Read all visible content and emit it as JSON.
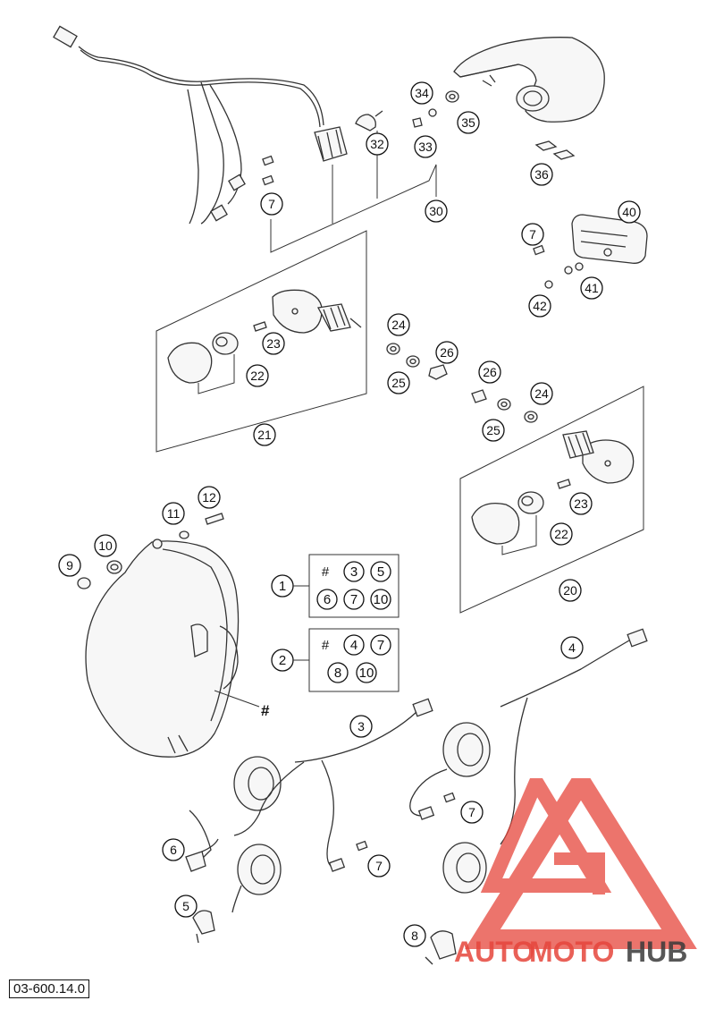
{
  "diagram_code": "03-600.14.0",
  "watermark_text": {
    "part1": "AUTO",
    "part2": "MOTO",
    "part3": "HUB"
  },
  "colors": {
    "watermark_red": "#e6463c",
    "watermark_gray": "#3a3a3a",
    "line": "#333333"
  },
  "callouts": [
    "34",
    "35",
    "33",
    "32",
    "30",
    "36",
    "7",
    "40",
    "7",
    "41",
    "42",
    "23",
    "22",
    "21",
    "24",
    "25",
    "26",
    "26",
    "24",
    "25",
    "23",
    "22",
    "20",
    "12",
    "11",
    "10",
    "9",
    "4",
    "3",
    "7",
    "6",
    "7",
    "5",
    "8"
  ],
  "kit1": {
    "number": "1",
    "row1": [
      "#",
      "3",
      "5"
    ],
    "row2": [
      "6",
      "7",
      "10"
    ]
  },
  "kit2": {
    "number": "2",
    "row1": [
      "#",
      "4",
      "7"
    ],
    "row2": [
      "8",
      "10"
    ]
  },
  "headlight_marker": "#"
}
